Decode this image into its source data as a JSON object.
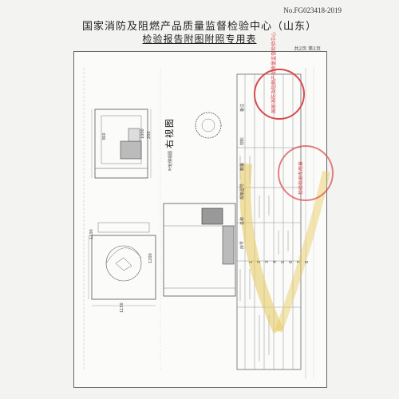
{
  "document": {
    "number": "No.FG023418-2019",
    "title": "国家消防及阻燃产品质量监督检验中心（山东）",
    "subtitle": "检验报告附图附照专用表",
    "page_info": "共2页 第2页"
  },
  "drawing": {
    "right_view_label": "右视图",
    "impeller_label": "叶轮侧视图",
    "table_headers": [
      "序号",
      "名称",
      "规格型号",
      "数量",
      "材料",
      "备注"
    ],
    "row_numbers": [
      "1",
      "2",
      "3",
      "4",
      "5",
      "6",
      "7",
      "8"
    ],
    "dims": [
      "360",
      "1000",
      "200",
      "1150",
      "1200",
      "1100"
    ]
  },
  "stamps": {
    "red_color": "#d84a4a",
    "stamp1_text": "国家消防及阻燃产品质量监督检验中心",
    "stamp2_text": "检验检测专用章"
  }
}
